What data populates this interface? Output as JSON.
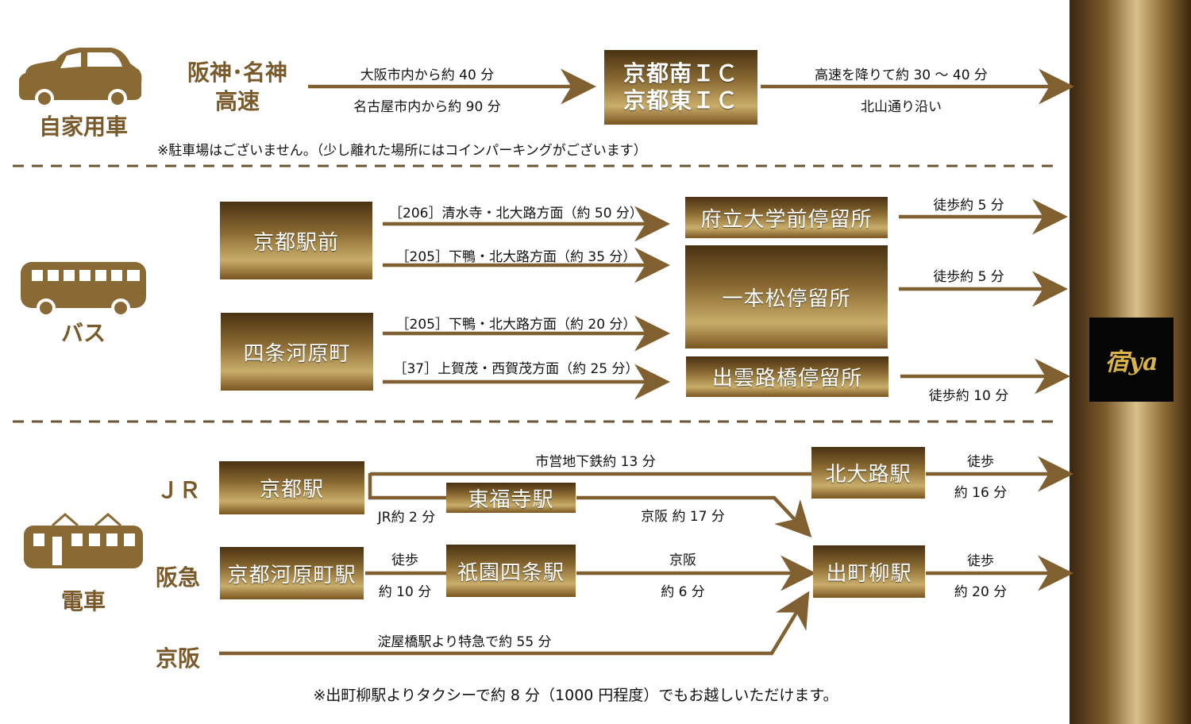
{
  "colors": {
    "brand": "#7a5a2a",
    "arrow": "#806030",
    "box_dark": "#4a3212",
    "box_light": "#c9ad6a",
    "divider": "#6b5634"
  },
  "logo": {
    "text": "宿ya"
  },
  "car": {
    "icon": "car-icon",
    "label": "自家用車",
    "origin": "阪神･名神\n高速",
    "leg1_top": "大阪市内から約 40 分",
    "leg1_bottom": "名古屋市内から約 90 分",
    "interchange": "京都南ＩＣ\n京都東ＩＣ",
    "leg2_top": "高速を降りて約 30 〜 40 分",
    "leg2_bottom": "北山通り沿い",
    "note": "※駐車場はございません。（少し離れた場所にはコインパーキングがございます）"
  },
  "bus": {
    "icon": "bus-icon",
    "label": "バス",
    "origins": [
      "京都駅前",
      "四条河原町"
    ],
    "routes": [
      "［206］清水寺・北大路方面（約 50 分）",
      "［205］下鴨・北大路方面（約 35 分）",
      "［205］下鴨・北大路方面（約 20 分）",
      "［37］上賀茂・西賀茂方面（約 25 分）"
    ],
    "stops": [
      "府立大学前停留所",
      "一本松停留所",
      "出雲路橋停留所"
    ],
    "walks": [
      "徒歩約 5 分",
      "徒歩約 5 分",
      "徒歩約 10 分"
    ]
  },
  "train": {
    "icon": "train-icon",
    "label": "電車",
    "lines": [
      "ＪＲ",
      "阪急",
      "京阪"
    ],
    "stations": {
      "kyoto": "京都駅",
      "tofukuji": "東福寺駅",
      "kawaramachi": "京都河原町駅",
      "gion": "祇園四条駅",
      "kitaoji": "北大路駅",
      "demachi": "出町柳駅"
    },
    "subway": "市営地下鉄約 13 分",
    "jr_leg": "JR約 2 分",
    "keihan_leg": "京阪 約 17 分",
    "hankyu_walk_top": "徒歩",
    "hankyu_walk_bottom": "約 10 分",
    "gion_leg_top": "京阪",
    "gion_leg_bottom": "約 6 分",
    "yodoyabashi": "淀屋橋駅より特急で約 55 分",
    "kitaoji_walk_top": "徒歩",
    "kitaoji_walk_bottom": "約 16 分",
    "demachi_walk_top": "徒歩",
    "demachi_walk_bottom": "約 20 分"
  },
  "footer_note": "※出町柳駅よりタクシーで約 8 分（1000 円程度）でもお越しいただけます。"
}
